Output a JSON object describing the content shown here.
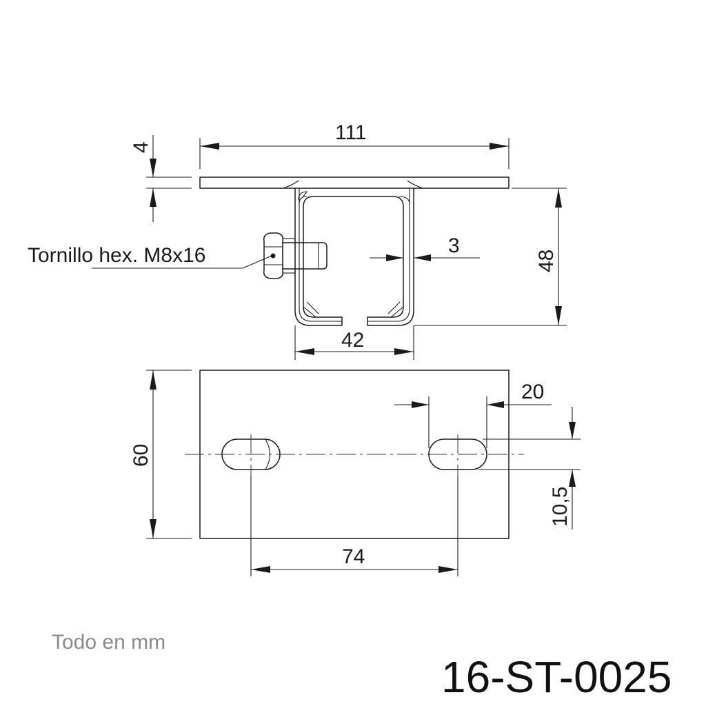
{
  "dimensions": {
    "plate_width": "111",
    "plate_thickness": "4",
    "profile_height": "48",
    "wall_thickness": "3",
    "profile_width": "42",
    "base_height": "60",
    "slot_length": "20",
    "slot_offset": "10,5",
    "slot_spacing": "74"
  },
  "callout": {
    "bolt_label": "Tornillo hex. M8x16"
  },
  "footer": {
    "units_note": "Todo en mm",
    "part_code": "16-ST-0025"
  }
}
